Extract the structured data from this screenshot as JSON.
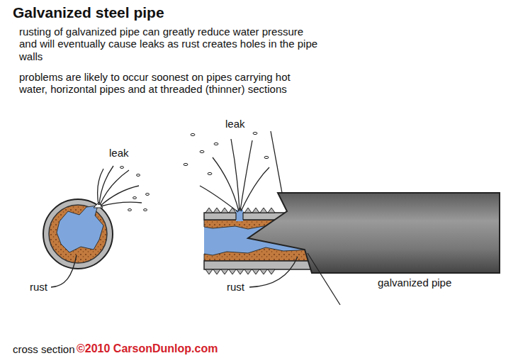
{
  "diagram": {
    "title": "Galvanized steel pipe",
    "labels": [
      "rusting of galvanized pipe can greatly reduce water pressure and will eventually cause leaks as rust creates holes in the pipe walls",
      "problems are likely to occur soonest on pipes carrying hot water, horizontal pipes and at threaded (thinner) sections",
      "leak",
      "rust",
      "leak",
      "rust",
      "galvanized pipe",
      "cross section",
      "©2010 CarsonDunlop.com"
    ]
  }
}
